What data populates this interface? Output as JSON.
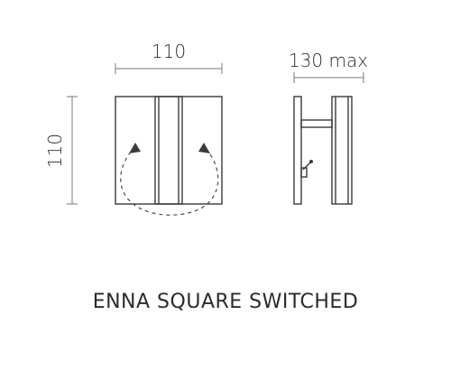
{
  "product": {
    "title": "ENNA SQUARE SWITCHED"
  },
  "dimensions": {
    "front_width": "110",
    "front_height": "110",
    "side_depth": "130 max"
  }
}
